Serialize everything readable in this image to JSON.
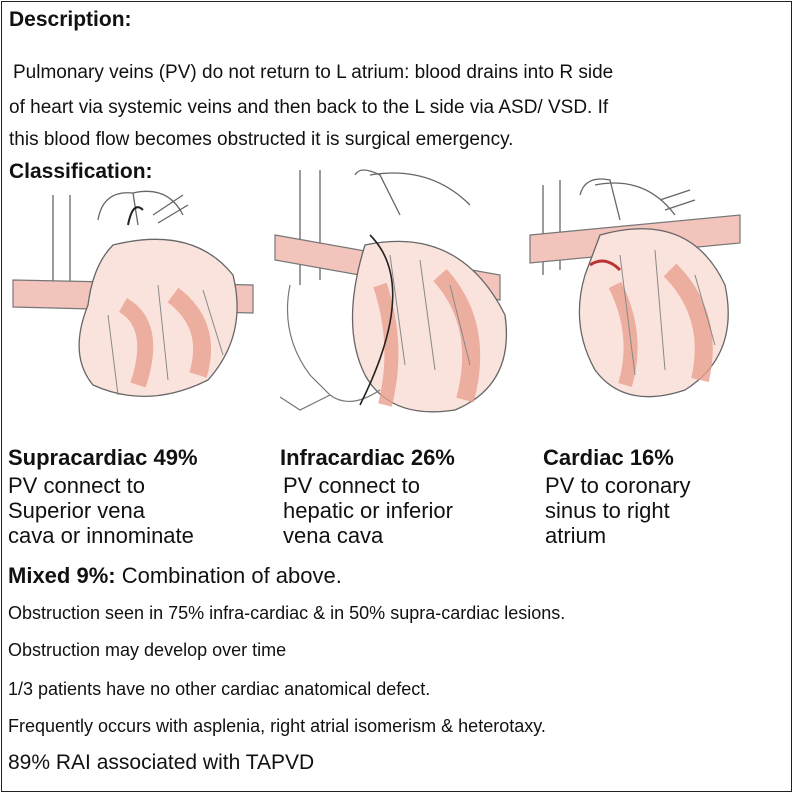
{
  "description": {
    "heading": "Description:",
    "lines": [
      "Pulmonary veins (PV) do not return to L atrium: blood drains into R side",
      "of heart via systemic veins and then back to the L side via ASD/ VSD. If",
      "this blood flow becomes obstructed it is surgical emergency."
    ]
  },
  "classification": {
    "heading": "Classification:",
    "types": [
      {
        "title": "Supracardiac 49%",
        "lines": [
          "PV connect to",
          "Superior vena",
          "cava or innominate"
        ],
        "figure": "supracardiac-heart-illustration"
      },
      {
        "title": "Infracardiac 26%",
        "lines": [
          "PV connect to",
          "hepatic or inferior",
          "vena cava"
        ],
        "figure": "infracardiac-heart-illustration"
      },
      {
        "title": "Cardiac 16%",
        "lines": [
          "PV to coronary",
          "sinus to right",
          "atrium"
        ],
        "figure": "cardiac-heart-illustration"
      }
    ],
    "mixed_label": "Mixed 9%:",
    "mixed_text": " Combination of above."
  },
  "notes": [
    "Obstruction seen in 75% infra-cardiac & in 50% supra-cardiac lesions.",
    "Obstruction may develop over time",
    "1/3 patients have no other cardiac anatomical defect.",
    "Frequently occurs with asplenia, right atrial isomerism & heterotaxy.",
    "89% RAI associated with TAPVD"
  ],
  "colors": {
    "muscle": "#e8a090",
    "vessel": "#f2c4bc",
    "outline": "#555555"
  }
}
